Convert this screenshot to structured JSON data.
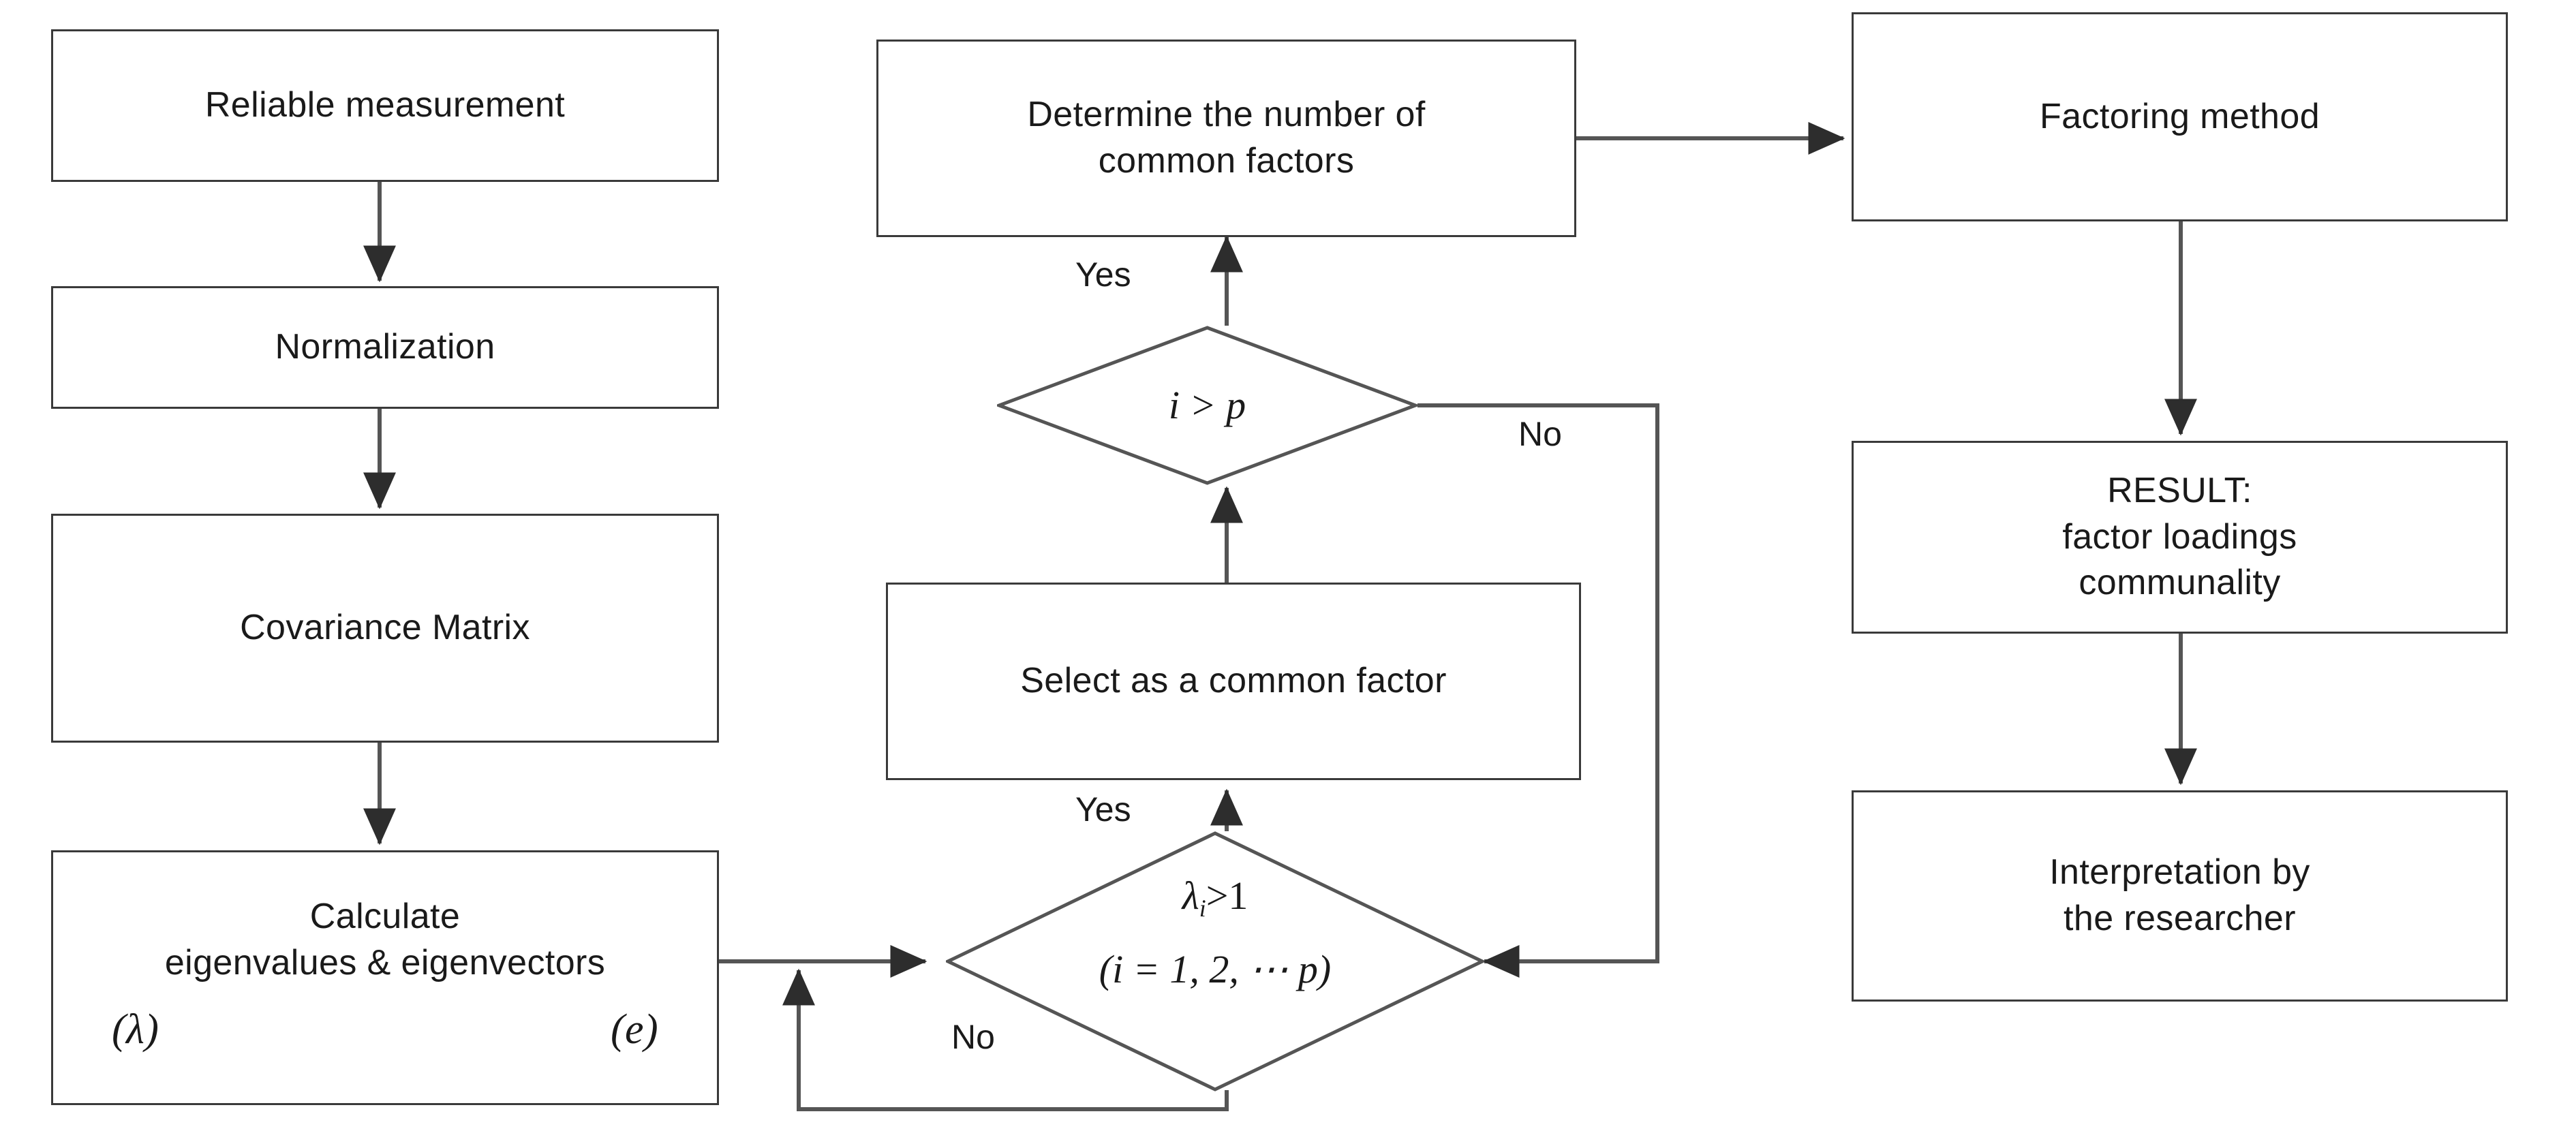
{
  "diagram": {
    "title": "Factor analysis procedure flowchart",
    "ink_color": "#3a3a3a",
    "text_color": "#1a1a1a",
    "background": "#ffffff"
  },
  "nodes": {
    "reliable_measurement": {
      "label": "Reliable measurement"
    },
    "normalization": {
      "label": "Normalization"
    },
    "covariance_matrix": {
      "label": "Covariance Matrix"
    },
    "calculate_eigen": {
      "line1": "Calculate",
      "line2": "eigenvalues & eigenvectors",
      "symbol_lambda": "(λ)",
      "symbol_e": "(e)"
    },
    "determine_number": {
      "line1": "Determine the number of",
      "line2": "common factors"
    },
    "select_common_factor": {
      "label": "Select as a common factor"
    },
    "factoring_method": {
      "label": "Factoring method"
    },
    "result": {
      "line1": "RESULT:",
      "line2": "factor loadings",
      "line3": "communality"
    },
    "interpretation": {
      "line1": "Interpretation by",
      "line2": "the researcher"
    }
  },
  "decisions": {
    "i_gt_p": {
      "variable_i": "i",
      "operator": ">",
      "variable_p": "p",
      "expression": "i > p"
    },
    "lambda_gt_1": {
      "lambda": "λ",
      "subscript": "i",
      "operator": ">",
      "threshold": "1",
      "range_text": "(i = 1, 2, ⋯ p)",
      "range_open": "(",
      "range_var": "i",
      "range_eq": " = ",
      "range_values": "1, 2,",
      "range_ellipsis": "⋯",
      "range_last": "p",
      "range_close": ")"
    }
  },
  "edge_labels": {
    "yes_from_i_gt_p": "Yes",
    "no_from_i_gt_p": "No",
    "yes_from_lambda": "Yes",
    "no_from_lambda": "No"
  }
}
